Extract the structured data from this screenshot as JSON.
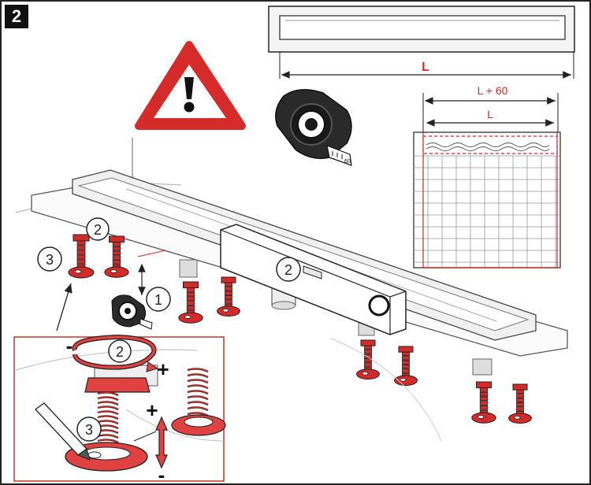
{
  "step": {
    "number": "2"
  },
  "dimensions": {
    "length_label": "L",
    "length_plus_label": "L + 60",
    "length_label_small": "L"
  },
  "callouts": {
    "level_step": "2",
    "foot_step_top": "2",
    "foot_step_side": "3",
    "height_step": "1",
    "detail_turn_step": "2",
    "detail_pen_step": "3"
  },
  "signs": {
    "minus_turn": "-",
    "plus_turn": "+",
    "plus_height": "+",
    "minus_height": "-"
  },
  "tape": {
    "reading": "60"
  },
  "colors": {
    "accent": "#d32a2a",
    "outline": "#222222",
    "frame": "#c0392b"
  }
}
